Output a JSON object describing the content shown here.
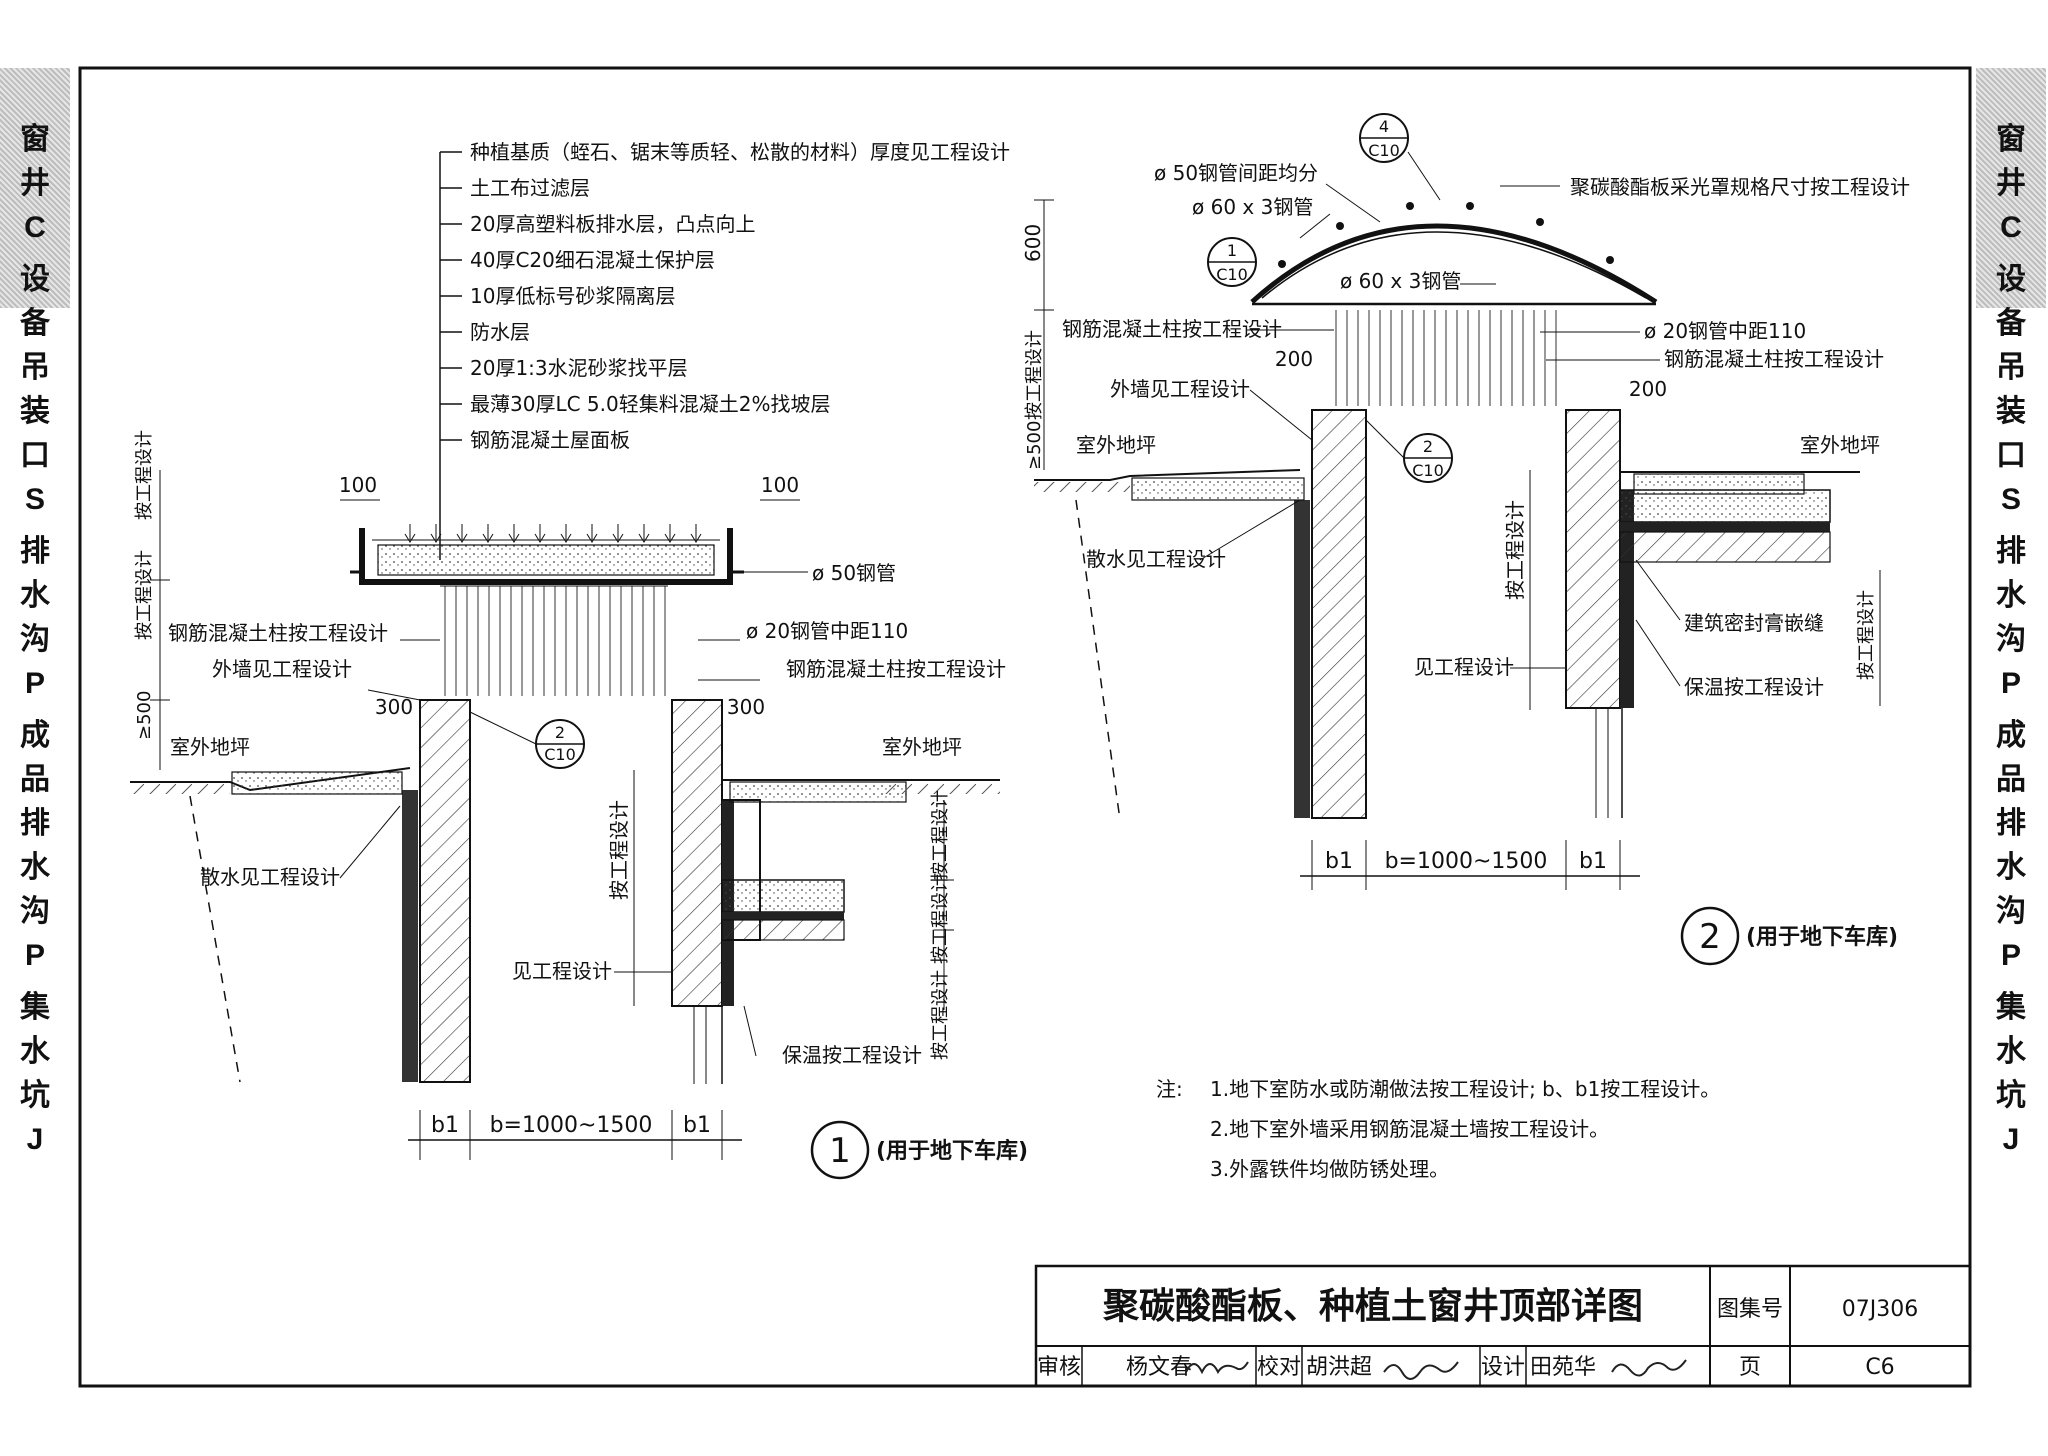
{
  "side_tab": {
    "left": [
      "窗",
      "井",
      "C",
      "设",
      "备",
      "吊",
      "装",
      "口",
      "S",
      "排",
      "水",
      "沟",
      "P",
      "成",
      "品",
      "排",
      "水",
      "沟",
      "P",
      "集",
      "水",
      "坑",
      "J"
    ],
    "right": [
      "窗",
      "井",
      "C",
      "设",
      "备",
      "吊",
      "装",
      "口",
      "S",
      "排",
      "水",
      "沟",
      "P",
      "成",
      "品",
      "排",
      "水",
      "沟",
      "P",
      "集",
      "水",
      "坑",
      "J"
    ]
  },
  "detail1": {
    "layers": [
      "种植基质（蛭石、锯末等质轻、松散的材料）厚度见工程设计",
      "土工布过滤层",
      "20厚高塑料板排水层，凸点向上",
      "40厚C20细石混凝土保护层",
      "10厚低标号砂浆隔离层",
      "防水层",
      "20厚1:3水泥砂浆找平层",
      "最薄30厚LC 5.0轻集料混凝土2%找坡层",
      "钢筋混凝土屋面板"
    ],
    "dim_100_left": "100",
    "dim_100_right": "100",
    "pipe_50": "ø 50钢管",
    "rc_column_left": "钢筋混凝土柱按工程设计",
    "pipe_20": "ø 20钢管中距110",
    "rc_column_right": "钢筋混凝土柱按工程设计",
    "ext_wall": "外墙见工程设计",
    "dim_300_left": "300",
    "dim_300_right": "300",
    "outdoor_left": "室外地坪",
    "outdoor_right": "室外地坪",
    "apron": "散水见工程设计",
    "vert_left_1": "按工程设计",
    "vert_left_2": "按工程设计",
    "vert_left_3": "≥500",
    "vert_mid": "按工程设计",
    "vert_right_1": "按工程设计",
    "vert_right_2": "按工程设计",
    "vert_right_3": "按工程设计",
    "see_design": "见工程设计",
    "insulation": "保温按工程设计",
    "bubble_top": "2",
    "bubble_bottom": "C10",
    "dim_b1_left": "b1",
    "dim_b": "b=1000~1500",
    "dim_b1_right": "b1",
    "caption_num": "1",
    "caption_text": "(用于地下车库)"
  },
  "detail2": {
    "pipe_spacing": "ø 50钢管间距均分",
    "pipe_60_top": "ø 60 x 3钢管",
    "pipe_60_mid": "ø 60 x 3钢管",
    "pc_cover": "聚碳酸酯板采光罩规格尺寸按工程设计",
    "bubble4_top": "4",
    "bubble4_bottom": "C10",
    "bubble1_top": "1",
    "bubble1_bottom": "C10",
    "bubble2_top": "2",
    "bubble2_bottom": "C10",
    "dim_600": "600",
    "vert_left": "按工程设计",
    "vert_ge500": "≥500",
    "rc_column_left": "钢筋混凝土柱按工程设计",
    "pipe_20": "ø 20钢管中距110",
    "rc_column_right": "钢筋混凝土柱按工程设计",
    "dim_200_left": "200",
    "dim_200_right": "200",
    "ext_wall": "外墙见工程设计",
    "outdoor_left": "室外地坪",
    "outdoor_right": "室外地坪",
    "apron": "散水见工程设计",
    "vert_mid": "按工程设计",
    "sealant": "建筑密封膏嵌缝",
    "see_design": "见工程设计",
    "insulation": "保温按工程设计",
    "vert_right": "按工程设计",
    "dim_b1_left": "b1",
    "dim_b": "b=1000~1500",
    "dim_b1_right": "b1",
    "caption_num": "2",
    "caption_text": "(用于地下车库)"
  },
  "notes": {
    "label": "注:",
    "items": [
      "1.地下室防水或防潮做法按工程设计; b、b1按工程设计。",
      "2.地下室外墙采用钢筋混凝土墙按工程设计。",
      "3.外露铁件均做防锈处理。"
    ]
  },
  "title_block": {
    "title": "聚碳酸酯板、种植土窗井顶部详图",
    "atlas_label": "图集号",
    "atlas_no": "07J306",
    "review_label": "审核",
    "review_name": "杨文春",
    "check_label": "校对",
    "check_name": "胡洪超",
    "design_label": "设计",
    "design_name": "田苑华",
    "page_label": "页",
    "page_no": "C6"
  }
}
